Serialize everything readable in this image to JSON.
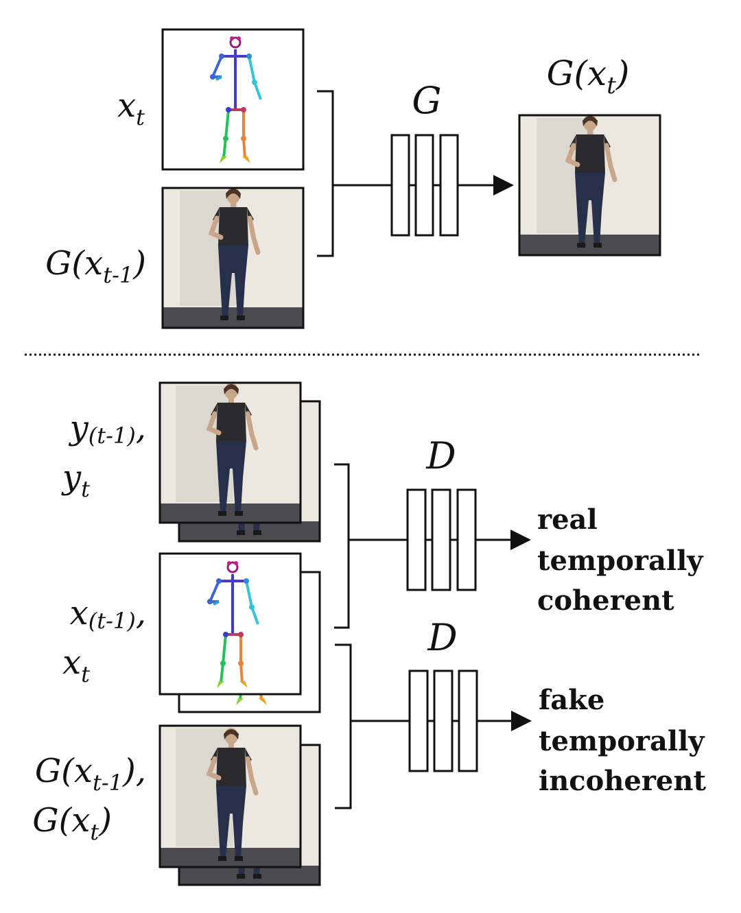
{
  "generator": {
    "label": "G",
    "inputs": {
      "pose": {
        "base": "x",
        "sub": "t",
        "tail": ""
      },
      "previous_frame": {
        "pre": "G(",
        "base": "x",
        "sub": "t-1",
        "tail": ")"
      }
    },
    "output": {
      "pre": "G(",
      "base": "x",
      "sub": "t",
      "tail": ")"
    }
  },
  "discriminator_real": {
    "label": "D",
    "pair_real": {
      "line1": {
        "base": "y",
        "sub": "(t-1)",
        "tail": ","
      },
      "line2": {
        "base": "y",
        "sub": "t",
        "tail": ""
      }
    },
    "pair_pose": {
      "line1": {
        "base": "x",
        "sub": "(t-1)",
        "tail": ","
      },
      "line2": {
        "base": "x",
        "sub": "t",
        "tail": ""
      }
    },
    "verdict": {
      "word": "real",
      "line1": "temporally",
      "line2": "coherent"
    }
  },
  "discriminator_fake": {
    "label": "D",
    "pair_generated": {
      "line1": {
        "pre": "G(",
        "base": "x",
        "sub": "t-1",
        "tail": "),"
      },
      "line2": {
        "pre": "G(",
        "base": "x",
        "sub": "t",
        "tail": ")"
      }
    },
    "verdict": {
      "word": "fake",
      "line1": "temporally",
      "line2": "incoherent"
    }
  },
  "colors": {
    "real": "#1e8a3c",
    "fake": "#b5301b",
    "wall": "#ece8e0",
    "door": "#ddd8cf",
    "floor": "#4a4a4f"
  }
}
